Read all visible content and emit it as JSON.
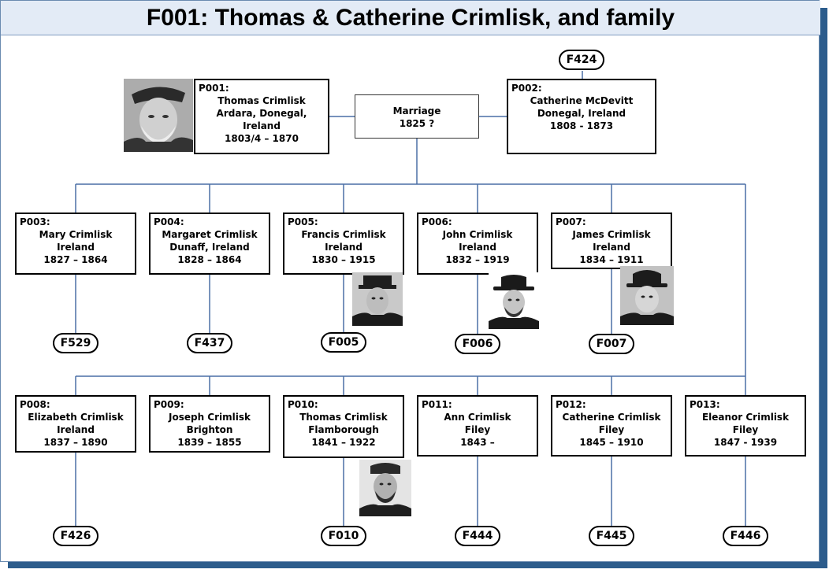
{
  "title": "F001: Thomas & Catherine Crimlisk, and family",
  "parents": [
    {
      "id": "P001:",
      "name": "Thomas  Crimlisk",
      "place": "Ardara, Donegal, Ireland",
      "dates": "1803/4 – 1870"
    },
    {
      "id": "P002:",
      "name": "Catherine McDevitt",
      "place": "Donegal, Ireland",
      "dates": "1808 - 1873"
    }
  ],
  "marriage": {
    "label": "Marriage",
    "date": "1825 ?"
  },
  "parent_family": "F424",
  "children_row1": [
    {
      "id": "P003:",
      "name": "Mary Crimlisk",
      "place": "Ireland",
      "dates": "1827 – 1864",
      "family": "F529"
    },
    {
      "id": "P004:",
      "name": "Margaret Crimlisk",
      "place": "Dunaff,  Ireland",
      "dates": "1828 – 1864",
      "family": "F437"
    },
    {
      "id": "P005:",
      "name": "Francis Crimlisk",
      "place": "Ireland",
      "dates": "1830 – 1915",
      "family": "F005"
    },
    {
      "id": "P006:",
      "name": "John Crimlisk",
      "place": "Ireland",
      "dates": "1832 – 1919",
      "family": "F006"
    },
    {
      "id": "P007:",
      "name": "James Crimlisk",
      "place": "Ireland",
      "dates": "1834 – 1911",
      "family": "F007"
    }
  ],
  "children_row2": [
    {
      "id": "P008:",
      "name": "Elizabeth Crimlisk",
      "place": "Ireland",
      "dates": "1837 – 1890",
      "family": "F426"
    },
    {
      "id": "P009:",
      "name": "Joseph Crimlisk",
      "place": "Brighton",
      "dates": "1839 – 1855",
      "family": ""
    },
    {
      "id": "P010:",
      "name": "Thomas Crimlisk",
      "place": "Flamborough",
      "dates": "1841 – 1922",
      "family": "F010"
    },
    {
      "id": "P011:",
      "name": "Ann Crimlisk",
      "place": "Filey",
      "dates": "1843 –",
      "family": "F444"
    },
    {
      "id": "P012:",
      "name": "Catherine Crimlisk",
      "place": "Filey",
      "dates": "1845 – 1910",
      "family": "F445"
    },
    {
      "id": "P013:",
      "name": "Eleanor Crimlisk",
      "place": "Filey",
      "dates": "1847 - 1939",
      "family": "F446"
    }
  ],
  "colors": {
    "line": "#4a6fa5",
    "title_bg": "#e3ebf6",
    "shadow": "#2c5c8c"
  }
}
